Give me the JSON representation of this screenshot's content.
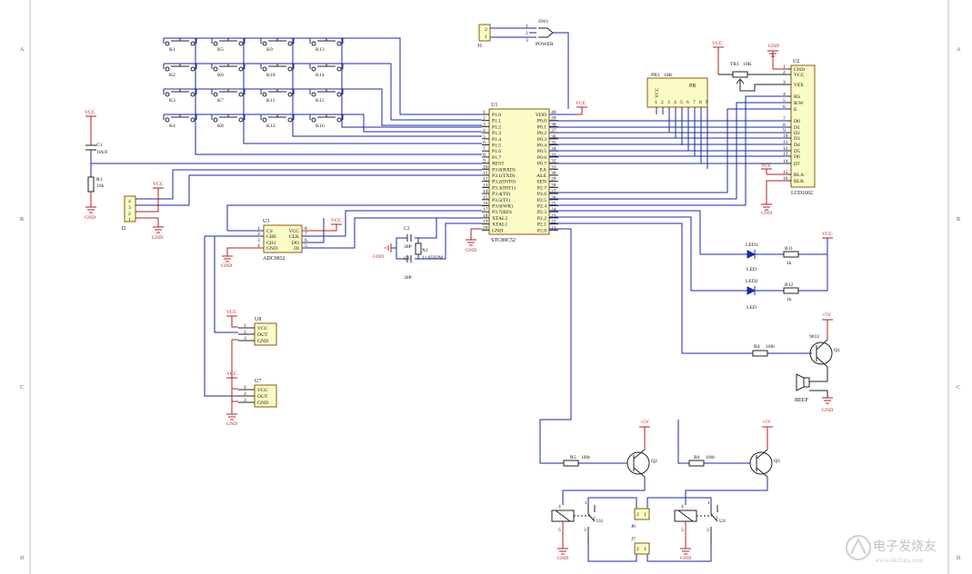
{
  "zones": {
    "rows": [
      "A",
      "B",
      "C",
      "D"
    ]
  },
  "mcu": {
    "ref": "U1",
    "part": "STC89C52",
    "left_pins": [
      {
        "num": "1",
        "name": "P1.0"
      },
      {
        "num": "2",
        "name": "P1.1"
      },
      {
        "num": "3",
        "name": "P1.2"
      },
      {
        "num": "4",
        "name": "P1.3"
      },
      {
        "num": "5",
        "name": "P1.4"
      },
      {
        "num": "6",
        "name": "P1.5"
      },
      {
        "num": "7",
        "name": "P1.6"
      },
      {
        "num": "8",
        "name": "P1.7"
      },
      {
        "num": "9",
        "name": "REST"
      },
      {
        "num": "10",
        "name": "P3.0(RXD)"
      },
      {
        "num": "11",
        "name": "P3.1(TXD)"
      },
      {
        "num": "12",
        "name": "P3.2(INT0)"
      },
      {
        "num": "13",
        "name": "P3.3(INT1)"
      },
      {
        "num": "14",
        "name": "P3.4(T0)"
      },
      {
        "num": "15",
        "name": "P3.5(T1)"
      },
      {
        "num": "16",
        "name": "P3.6(WR)"
      },
      {
        "num": "17",
        "name": "P3.7(RD)"
      },
      {
        "num": "18",
        "name": "XTAL2"
      },
      {
        "num": "19",
        "name": "XTAL1"
      },
      {
        "num": "20",
        "name": "GND"
      }
    ],
    "right_pins": [
      {
        "num": "40",
        "name": "VDD"
      },
      {
        "num": "39",
        "name": "P0.0"
      },
      {
        "num": "38",
        "name": "P0.1"
      },
      {
        "num": "37",
        "name": "P0.2"
      },
      {
        "num": "36",
        "name": "P0.3"
      },
      {
        "num": "35",
        "name": "P0.4"
      },
      {
        "num": "34",
        "name": "P0.5"
      },
      {
        "num": "33",
        "name": "P0.6"
      },
      {
        "num": "32",
        "name": "P0.7"
      },
      {
        "num": "31",
        "name": "EA"
      },
      {
        "num": "30",
        "name": "ALE"
      },
      {
        "num": "29",
        "name": "SEN"
      },
      {
        "num": "28",
        "name": "P2.7"
      },
      {
        "num": "27",
        "name": "P2.6"
      },
      {
        "num": "26",
        "name": "P2.5"
      },
      {
        "num": "25",
        "name": "P2.4"
      },
      {
        "num": "24",
        "name": "P2.3"
      },
      {
        "num": "23",
        "name": "P2.2"
      },
      {
        "num": "22",
        "name": "P2.1"
      },
      {
        "num": "21",
        "name": "P2.0"
      }
    ]
  },
  "lcd": {
    "ref": "U2",
    "part": "LCD1602",
    "pins": [
      {
        "num": "1",
        "name": "GND"
      },
      {
        "num": "2",
        "name": "VCC"
      },
      {
        "num": "3",
        "name": "VEE"
      },
      {
        "num": "4",
        "name": "RS"
      },
      {
        "num": "5",
        "name": "R/W"
      },
      {
        "num": "6",
        "name": "E"
      },
      {
        "num": "7",
        "name": "D0"
      },
      {
        "num": "8",
        "name": "D1"
      },
      {
        "num": "9",
        "name": "D2"
      },
      {
        "num": "10",
        "name": "D3"
      },
      {
        "num": "11",
        "name": "D4"
      },
      {
        "num": "12",
        "name": "D5"
      },
      {
        "num": "13",
        "name": "D6"
      },
      {
        "num": "14",
        "name": "D7"
      },
      {
        "num": "15",
        "name": "BLA"
      },
      {
        "num": "16",
        "name": "BLK"
      }
    ]
  },
  "keys": {
    "rows": [
      [
        "K1",
        "K5",
        "K9",
        "K13"
      ],
      [
        "K2",
        "K6",
        "K10",
        "K14"
      ],
      [
        "K3",
        "K7",
        "K11",
        "K15"
      ],
      [
        "K4",
        "K8",
        "K12",
        "K16"
      ]
    ]
  },
  "adc": {
    "ref": "U3",
    "part": "ADC0832",
    "left": [
      {
        "num": "1",
        "name": "CS"
      },
      {
        "num": "2",
        "name": "CH0"
      },
      {
        "num": "3",
        "name": "CH1"
      },
      {
        "num": "4",
        "name": "GND"
      }
    ],
    "right": [
      {
        "num": "8",
        "name": "VCC"
      },
      {
        "num": "7",
        "name": "CLK"
      },
      {
        "num": "6",
        "name": "DO"
      },
      {
        "num": "5",
        "name": "DI"
      }
    ]
  },
  "sensor_u8": {
    "ref": "U8",
    "pins": [
      {
        "num": "1",
        "name": "VCC"
      },
      {
        "num": "2",
        "name": "OUT"
      },
      {
        "num": "3",
        "name": "GND"
      }
    ]
  },
  "sensor_u7": {
    "ref": "U7",
    "pins": [
      {
        "num": "1",
        "name": "VCC"
      },
      {
        "num": "2",
        "name": "OUT"
      },
      {
        "num": "3",
        "name": "GND"
      }
    ]
  },
  "j1": {
    "ref": "J1",
    "pins": [
      "2",
      "1"
    ]
  },
  "j2": {
    "ref": "J2",
    "pins": [
      "4",
      "3",
      "2",
      "1"
    ]
  },
  "sw1": {
    "ref": "SW1",
    "label": "POWER",
    "pins": [
      "1",
      "2",
      "3"
    ]
  },
  "pr1": {
    "ref": "PR1",
    "value": "10K",
    "label": "PR",
    "vcc": "VCC",
    "pins": [
      "1",
      "2",
      "3",
      "4",
      "5",
      "6",
      "7",
      "8",
      "9"
    ]
  },
  "tr1": {
    "ref": "TR1",
    "value": "10K"
  },
  "c1": {
    "ref": "C1",
    "value": "10UF"
  },
  "r1": {
    "ref": "R1",
    "value": "10k"
  },
  "c2": {
    "ref": "C2",
    "value": "30P"
  },
  "c3": {
    "ref": "C3",
    "value": "30P"
  },
  "x1": {
    "ref": "X1",
    "value": "11.0592M"
  },
  "led1": {
    "ref": "LED1",
    "label": "LED"
  },
  "led2": {
    "ref": "LED2",
    "label": "LED"
  },
  "r11": {
    "ref": "R11",
    "value": "1k"
  },
  "r12": {
    "ref": "R12",
    "value": "1k"
  },
  "q1": {
    "ref": "Q1",
    "part": "9012"
  },
  "r4": {
    "ref": "R4",
    "value": "100r"
  },
  "beep": {
    "label": "BEEP"
  },
  "q2": {
    "ref": "Q2"
  },
  "q3": {
    "ref": "Q3"
  },
  "r5": {
    "ref": "R5",
    "value": "100r"
  },
  "r6": {
    "ref": "R6",
    "value": "100r"
  },
  "relay_k1": {
    "ref": "U4",
    "pins": [
      "4",
      "1",
      "2",
      "5",
      "3"
    ]
  },
  "relay_k2": {
    "ref": "U4",
    "pins": [
      "4",
      "1",
      "2",
      "5",
      "3"
    ]
  },
  "j6": {
    "ref": "J6",
    "pins": [
      "2",
      "1"
    ]
  },
  "j7": {
    "ref": "J7",
    "pins": [
      "2",
      "1"
    ]
  },
  "nets": {
    "vcc": "VCC",
    "gnd": "GND",
    "p5v": "+5V"
  },
  "watermark": {
    "text": "电子发烧友",
    "url": "www.elecfans.com"
  },
  "colors": {
    "wire": "#1b2aa0",
    "power": "#b02222",
    "chip": "#fbfbc6",
    "chip_border": "#8a5a1a"
  }
}
